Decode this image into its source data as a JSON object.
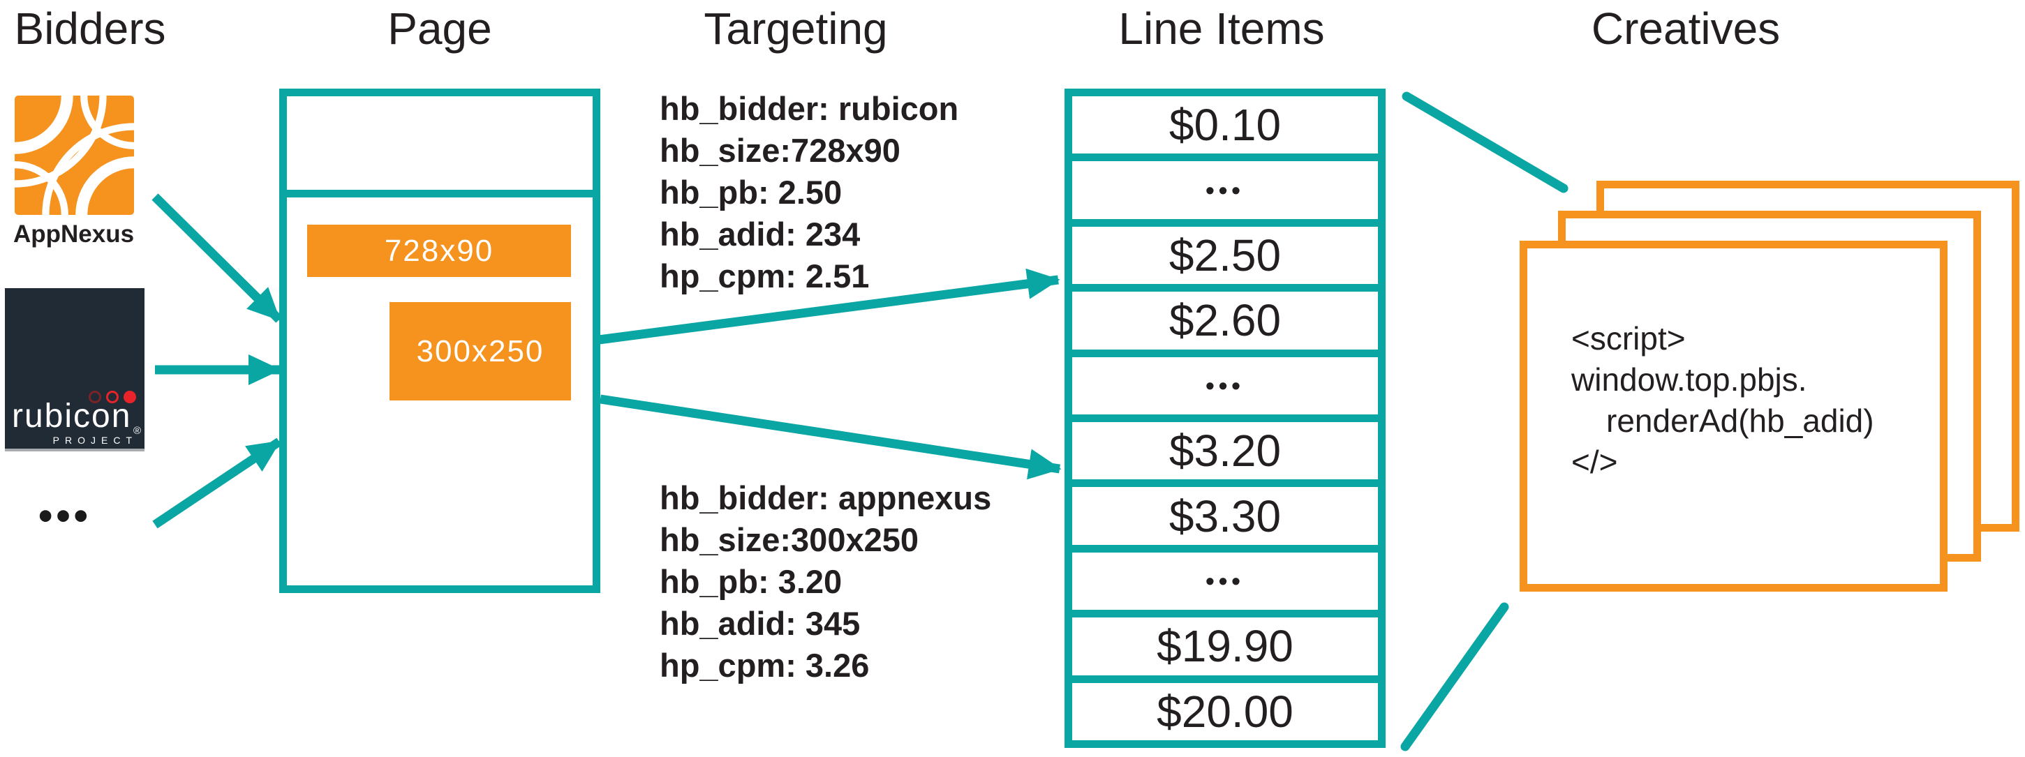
{
  "titles": {
    "bidders": "Bidders",
    "page": "Page",
    "targeting": "Targeting",
    "line_items": "Line Items",
    "creatives": "Creatives"
  },
  "bidders": {
    "appnexus_label": "AppNexus",
    "rubicon_name": "rubicon",
    "rubicon_reg": "®",
    "rubicon_project": "PROJECT",
    "more_ellipsis": "•••"
  },
  "page": {
    "banner_label": "728x90",
    "rect_label": "300x250"
  },
  "targeting": {
    "block1": {
      "lines": [
        "hb_bidder: rubicon",
        "hb_size:728x90",
        "hb_pb: 2.50",
        "hb_adid: 234",
        "hp_cpm: 2.51"
      ]
    },
    "block2": {
      "lines": [
        "hb_bidder: appnexus",
        "hb_size:300x250",
        "hb_pb: 3.20",
        "hb_adid: 345",
        "hp_cpm: 3.26"
      ]
    }
  },
  "line_items": {
    "rows": [
      "$0.10",
      "•••",
      "$2.50",
      "$2.60",
      "•••",
      "$3.20",
      "$3.30",
      "•••",
      "$19.90",
      "$20.00"
    ]
  },
  "creatives": {
    "code_lines": [
      "<script>",
      "window.top.pbjs.",
      "renderAd(hb_adid)",
      "</>"
    ]
  },
  "colors": {
    "teal": "#0AA6A4",
    "orange": "#F6921E",
    "rubicon_bg": "#202B36",
    "text": "#231F20",
    "red": "#E8232A",
    "maroon": "#7B2328"
  }
}
